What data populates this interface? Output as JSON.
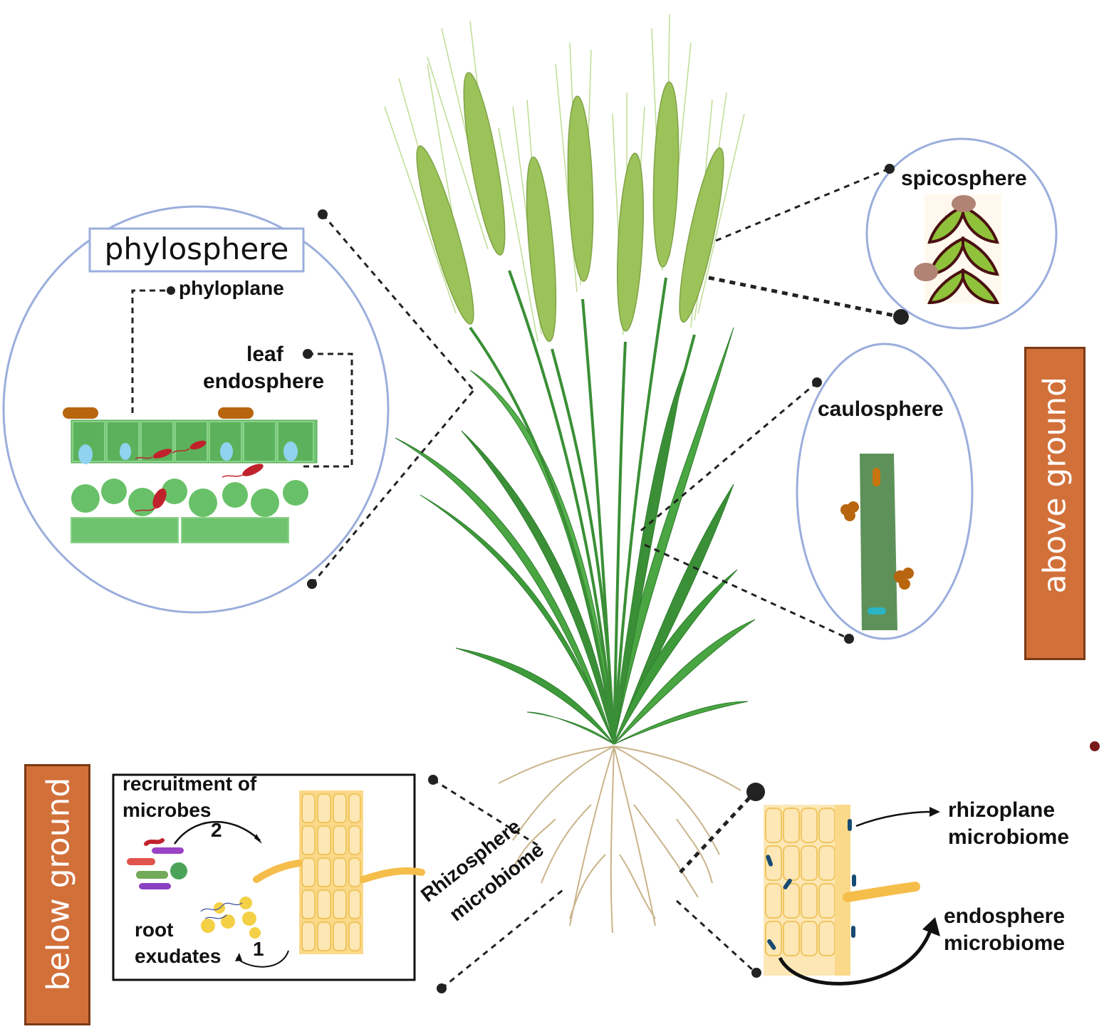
{
  "labels": {
    "phylosphere": "phylosphere",
    "phyloplane": "phyloplane",
    "leaf": "leaf",
    "endosphere": "endosphere",
    "spicosphere": "spicosphere",
    "caulosphere": "caulosphere",
    "above_ground": "above ground",
    "below_ground": "below ground",
    "recruitment_of": "recruitment of",
    "microbes": "microbes",
    "step_2": "2",
    "step_1": "1",
    "root": "root",
    "exudates": "exudates",
    "rhizosphere": "Rhizosphere",
    "rhizosphere_microbiome": "microbiome",
    "rhizoplane": "rhizoplane",
    "rhizoplane_microbiome": "microbiome",
    "endosphere_root": "endosphere",
    "endosphere_microbiome": "microbiome"
  },
  "colors": {
    "circle_stroke": "#9aaedc",
    "leaf_green": "#3e9a3a",
    "spike_green": "#9cc25a",
    "root_tan": "#c9b48a",
    "orange_box": "#d2703a",
    "ground_line": "#7a1a1a",
    "cell_green": "#6fc36f",
    "root_cell": "#fbd98a"
  }
}
